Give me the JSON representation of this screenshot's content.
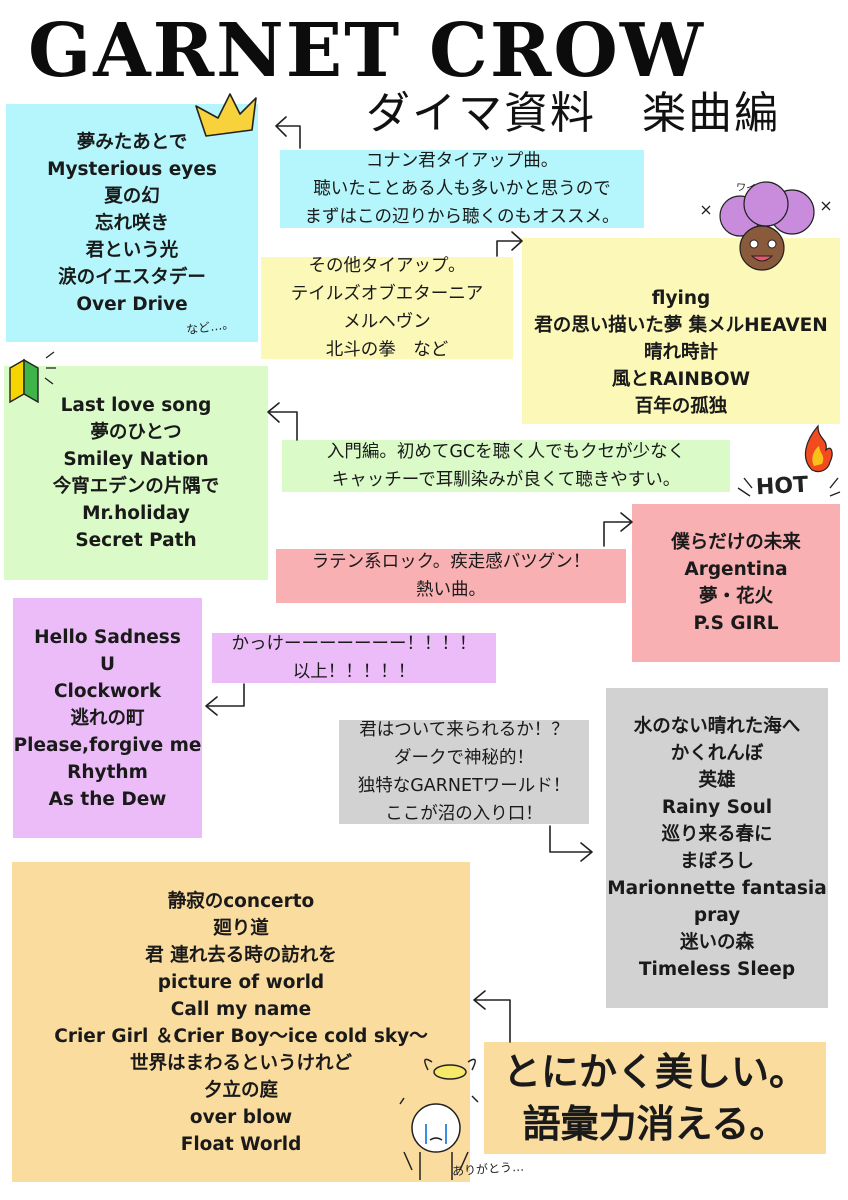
{
  "title": "GARNET CROW",
  "subtitle": "ダイマ資料　楽曲編",
  "groups": {
    "conan": {
      "color": "#b4f6fb",
      "songs": [
        "夢みたあとで",
        "Mysterious eyes",
        "夏の幻",
        "忘れ咲き",
        "君という光",
        "涙のイエスタデー",
        "Over Drive"
      ],
      "handwritten": "など…。",
      "note": [
        "コナン君タイアップ曲。",
        "聴いたことある人も多いかと思うので",
        "まずはこの辺りから聴くのもオススメ。"
      ]
    },
    "tieup": {
      "color": "#fbf8b8",
      "note": [
        "その他タイアップ。",
        "テイルズオブエターニア",
        "メルヘヴン",
        "北斗の拳　など"
      ],
      "songs": [
        "flying",
        "君の思い描いた夢 集メルHEAVEN",
        "晴れ時計",
        "風とRAINBOW",
        "百年の孤独"
      ],
      "handwritten": "ワイール！"
    },
    "beginner": {
      "color": "#dafbc8",
      "songs": [
        "Last love song",
        "夢のひとつ",
        "Smiley Nation",
        "今宵エデンの片隅で",
        "Mr.holiday",
        "Secret Path"
      ],
      "note": [
        "入門編。初めてGCを聴く人でもクセが少なく",
        "キャッチーで耳馴染みが良くて聴きやすい。"
      ]
    },
    "latin": {
      "color": "#f8b0b3",
      "badge": "HOT",
      "note": [
        "ラテン系ロック。疾走感バツグン！",
        "熱い曲。"
      ],
      "songs": [
        "僕らだけの未来",
        "Argentina",
        "夢・花火",
        "P.S GIRL"
      ]
    },
    "cool": {
      "color": "#ebbcf8",
      "songs": [
        "Hello Sadness",
        "U",
        "Clockwork",
        "逃れの町",
        "Please,forgive me",
        "Rhythm",
        "As the Dew"
      ],
      "note": [
        "かっけーーーーーーー！！！！",
        "以上！！！！！"
      ]
    },
    "dark": {
      "color": "#d2d2d2",
      "note": [
        "君はついて来られるか！？",
        "ダークで神秘的！",
        "独特なGARNETワールド！",
        "ここが沼の入り口！"
      ],
      "songs": [
        "水のない晴れた海へ",
        "かくれんぼ",
        "英雄",
        "Rainy Soul",
        "巡り来る春に",
        "まぼろし",
        "Marionnette fantasia",
        "pray",
        "迷いの森",
        "Timeless Sleep"
      ]
    },
    "beautiful": {
      "color": "#fadc9f",
      "songs": [
        "静寂のconcerto",
        "廻り道",
        "君 連れ去る時の訪れを",
        "picture of world",
        "Call my name",
        "Crier Girl ＆Crier Boy〜ice cold sky〜",
        "世界はまわるというけれど",
        "夕立の庭",
        "over blow",
        "Float World"
      ],
      "note": [
        "とにかく美しい。",
        "語彙力消える。"
      ],
      "handwritten": "ありがとう…"
    }
  }
}
